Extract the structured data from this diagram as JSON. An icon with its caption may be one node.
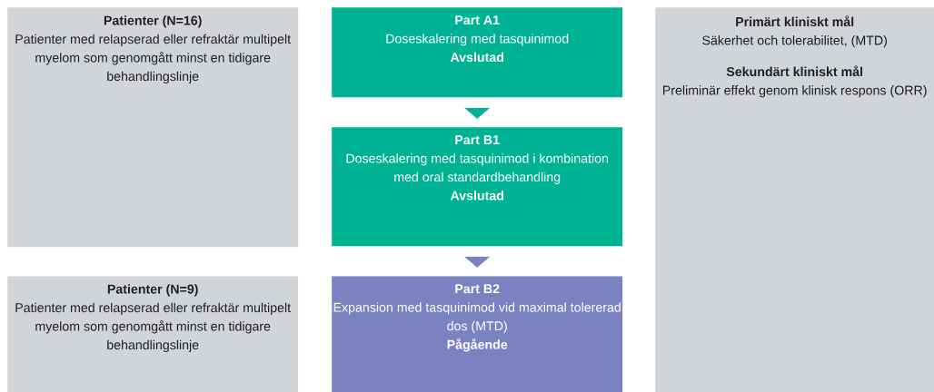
{
  "diagram": {
    "nodes": [
      {
        "text": [
          "Patienter (N=16)",
          "Patienter med relapserad eller refraktär multipelt myelom som genomgått minst en tidigare behandlingslinje"
        ]
      },
      {
        "text": [
          "Part A1",
          "Doseskalering med tasquinimod",
          "Avslutad"
        ]
      },
      {
        "text": [
          "Part B1",
          "Doseskalering med tasquinimod i kombination med oral standardbehandling",
          "Avslutad"
        ]
      },
      {
        "text": [
          "Patienter (N=9)",
          "Patienter med relapserad eller refraktär multipelt myelom som genomgått minst en tidigare behandlingslinje"
        ]
      },
      {
        "text": [
          "Part B2",
          "Expansion med tasquinimod vid maximal tolererad dos (MTD)",
          "Pågående"
        ]
      },
      {
        "text": [
          "Primärt kliniskt mål",
          "Säkerhet och tolerabilitet, (MTD)",
          "Sekundärt kliniskt mål",
          "Preliminär effekt genom klinisk respons (ORR)"
        ]
      }
    ],
    "edges": [
      {
        "from": 1,
        "to": 2,
        "arrow": "to",
        "color": "#00b294"
      },
      {
        "from": 2,
        "to": 4,
        "arrow": "to",
        "color": "#7b82c0"
      }
    ]
  }
}
